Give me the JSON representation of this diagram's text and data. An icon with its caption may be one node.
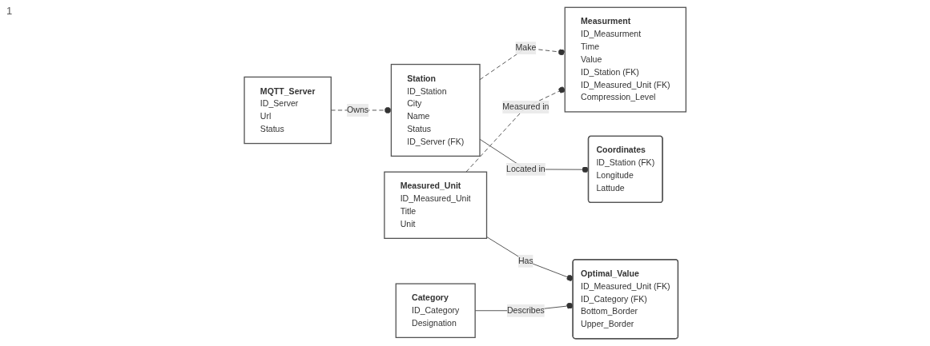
{
  "diagram": {
    "nodes": [
      {
        "text": [
          "MQTT_Server",
          "ID_Server",
          "Url",
          "Status"
        ]
      },
      {
        "text": [
          "Station",
          "ID_Station",
          "City",
          "Name",
          "Status",
          "ID_Server (FK)"
        ]
      },
      {
        "text": [
          "Measurment",
          "ID_Measurment",
          "Time",
          "Value",
          "ID_Station (FK)",
          "ID_Measured_Unit (FK)",
          "Compression_Level"
        ]
      },
      {
        "text": [
          "Measured_Unit",
          "ID_Measured_Unit",
          "Title",
          "Unit"
        ]
      },
      {
        "text": [
          "Coordinates",
          "ID_Station (FK)",
          "Longitude",
          "Lattude"
        ]
      },
      {
        "text": [
          "Optimal_Value",
          "ID_Measured_Unit (FK)",
          "ID_Category (FK)",
          "Bottom_Border",
          "Upper_Border"
        ]
      },
      {
        "text": [
          "Category",
          "ID_Category",
          "Designation"
        ]
      }
    ],
    "edges": [
      {
        "from": 0,
        "to": 1,
        "arrow": "other",
        "label": "Owns",
        "style": "dashed"
      },
      {
        "from": 1,
        "to": 2,
        "arrow": "other",
        "label": "Make",
        "style": "dashed"
      },
      {
        "from": 3,
        "to": 2,
        "arrow": "other",
        "label": "Measured in",
        "style": "dashed"
      },
      {
        "from": 1,
        "to": 4,
        "arrow": "other",
        "label": "Located in"
      },
      {
        "from": 3,
        "to": 5,
        "arrow": "other",
        "label": "Has"
      },
      {
        "from": 6,
        "to": 5,
        "arrow": "other",
        "label": "Describes"
      }
    ],
    "labels": [
      "1"
    ]
  }
}
